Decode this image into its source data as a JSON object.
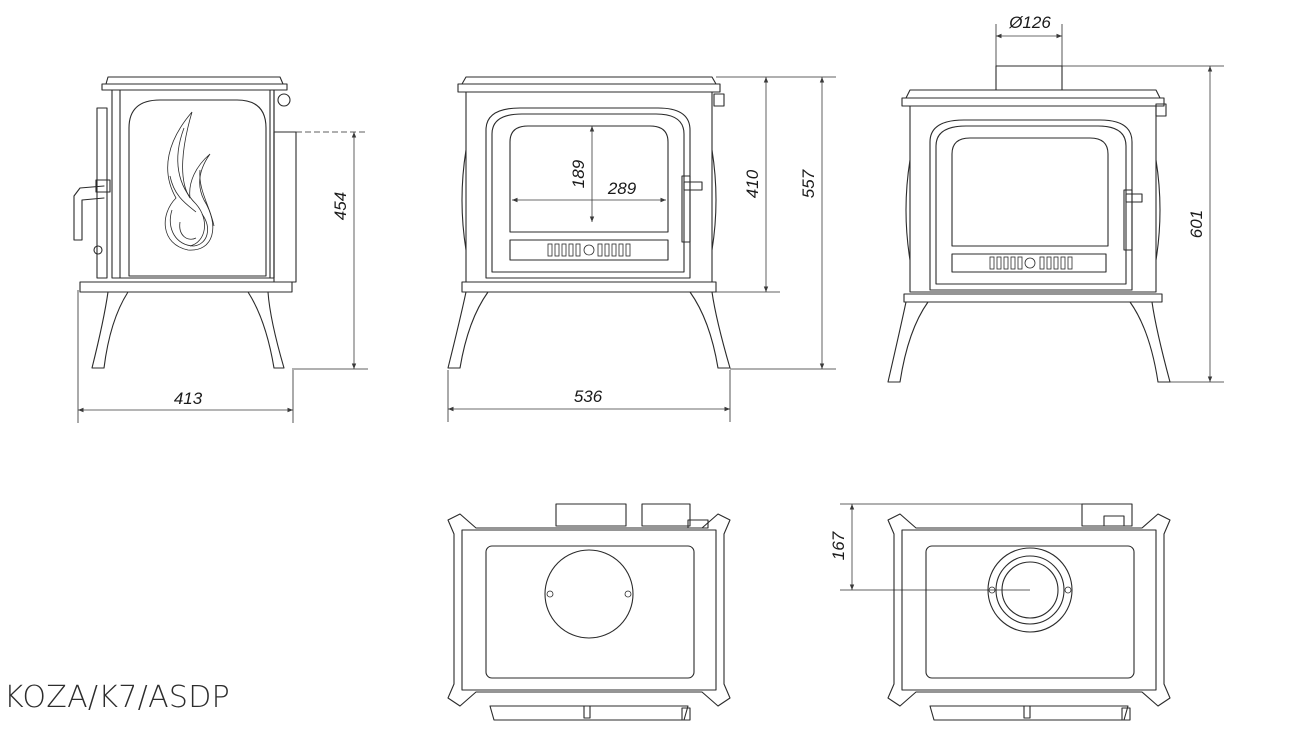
{
  "model_label": "KOZA/K7/ASDP",
  "views": {
    "side": {
      "width": "413",
      "flue_height": "454"
    },
    "front": {
      "glass_height": "189",
      "glass_width": "289",
      "door_height": "410",
      "total_height": "557",
      "total_width": "536"
    },
    "rear": {
      "flue_diameter": "Ø126",
      "total_height": "601"
    },
    "top_rear": {
      "flue_offset": "167"
    }
  }
}
